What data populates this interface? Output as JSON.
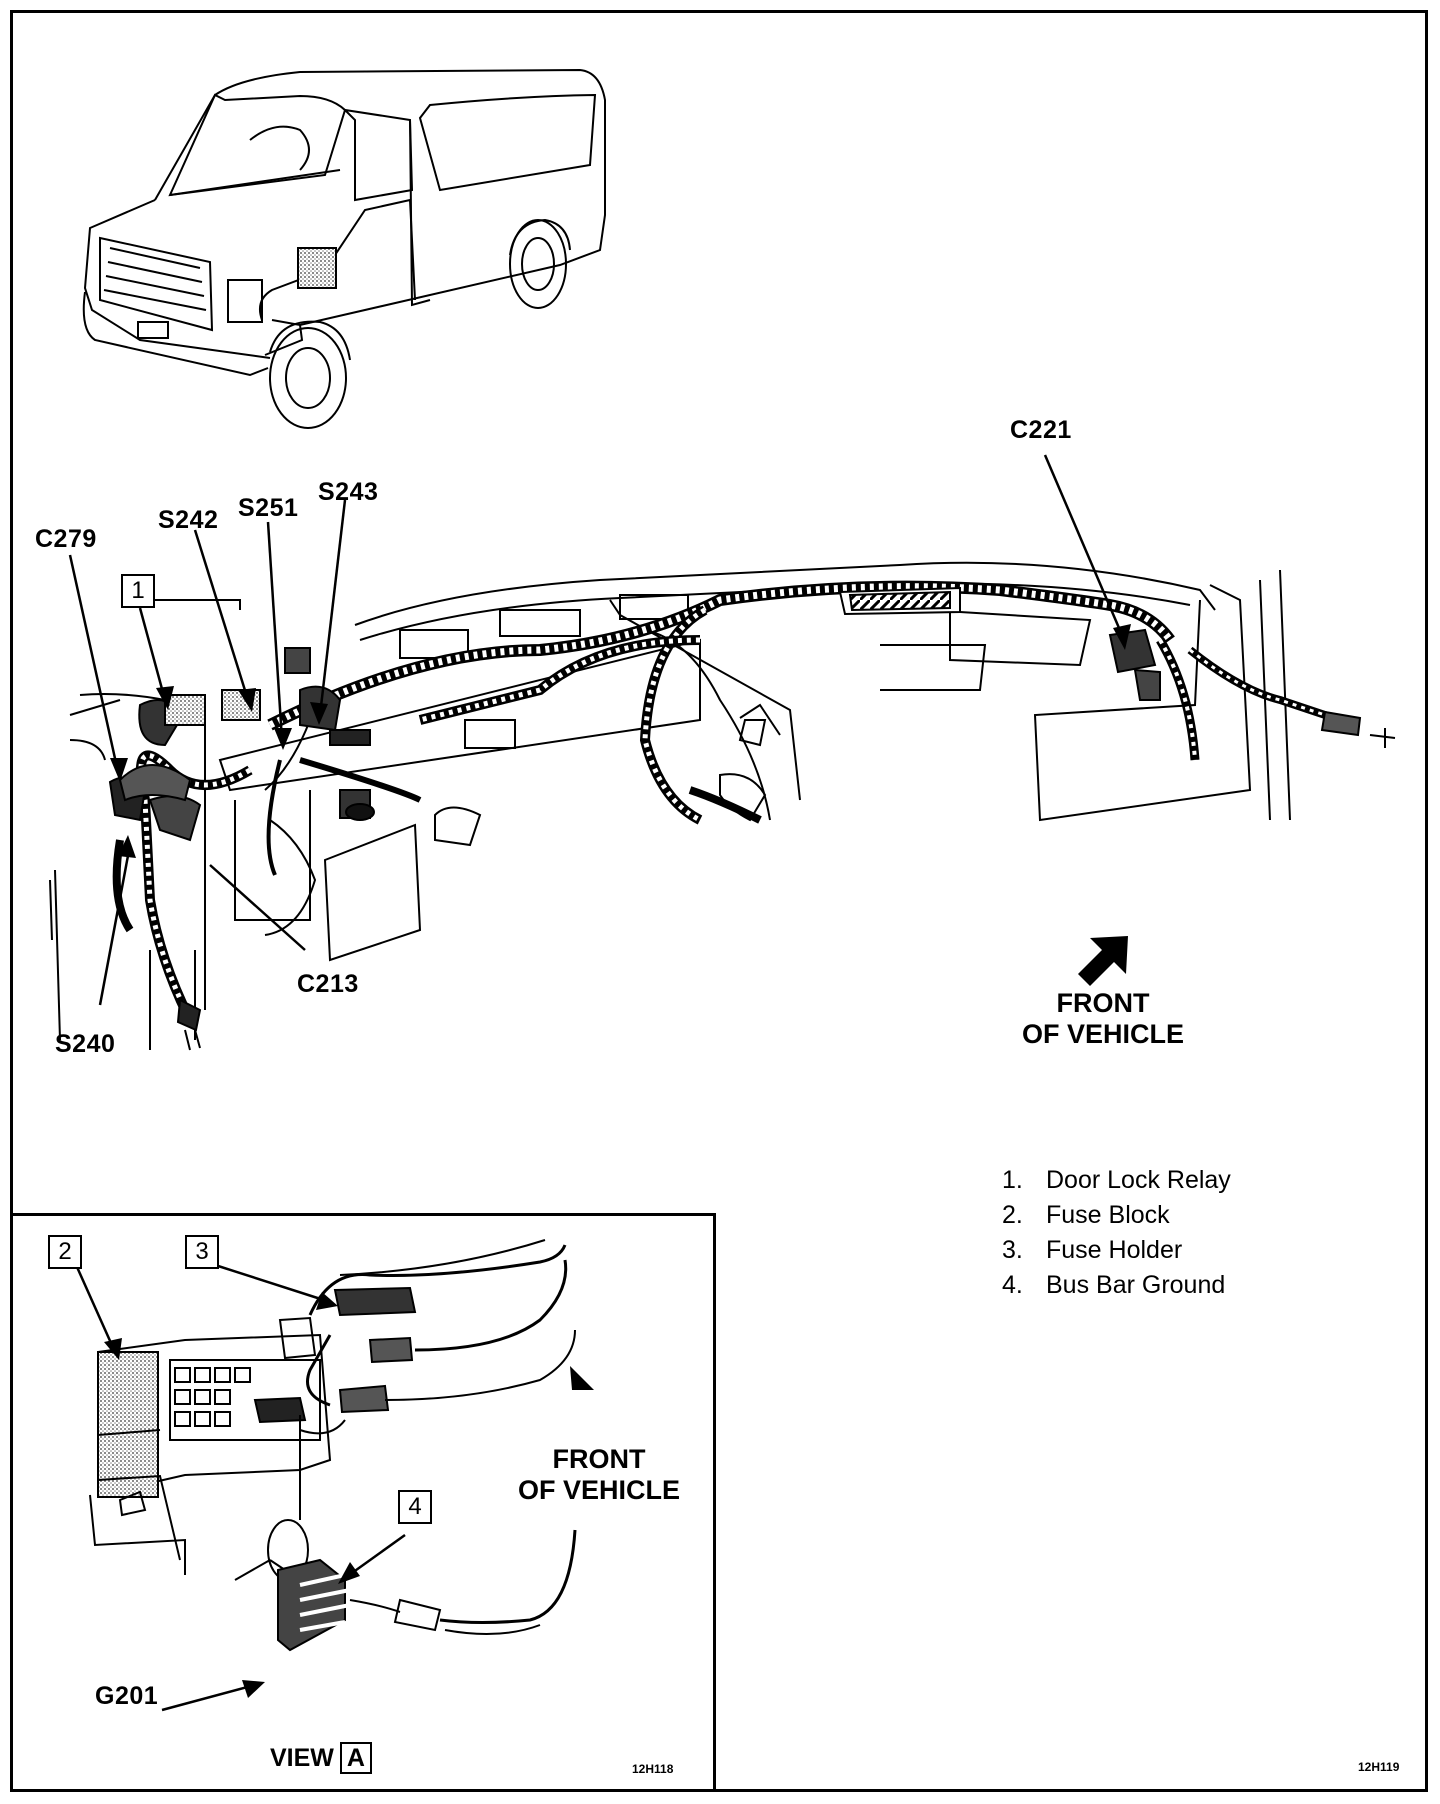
{
  "callouts": {
    "c221": "C221",
    "c279": "C279",
    "s242": "S242",
    "s251": "S251",
    "s243": "S243",
    "c213": "C213",
    "s240": "S240",
    "g201": "G201"
  },
  "number_boxes": {
    "one": "1",
    "two": "2",
    "three": "3",
    "four": "4"
  },
  "front_main": {
    "line1": "FRONT",
    "line2": "OF VEHICLE"
  },
  "front_inset": {
    "line1": "FRONT",
    "line2": "OF VEHICLE"
  },
  "legend": [
    {
      "num": "1.",
      "label": "Door Lock Relay"
    },
    {
      "num": "2.",
      "label": "Fuse Block"
    },
    {
      "num": "3.",
      "label": "Fuse Holder"
    },
    {
      "num": "4.",
      "label": "Bus Bar Ground"
    }
  ],
  "view": {
    "label": "VIEW",
    "letter": "A"
  },
  "figure_codes": {
    "inset": "12H118",
    "main": "12H119"
  },
  "colors": {
    "ink": "#000000",
    "paper": "#ffffff",
    "shade": "#9a9a9a"
  }
}
